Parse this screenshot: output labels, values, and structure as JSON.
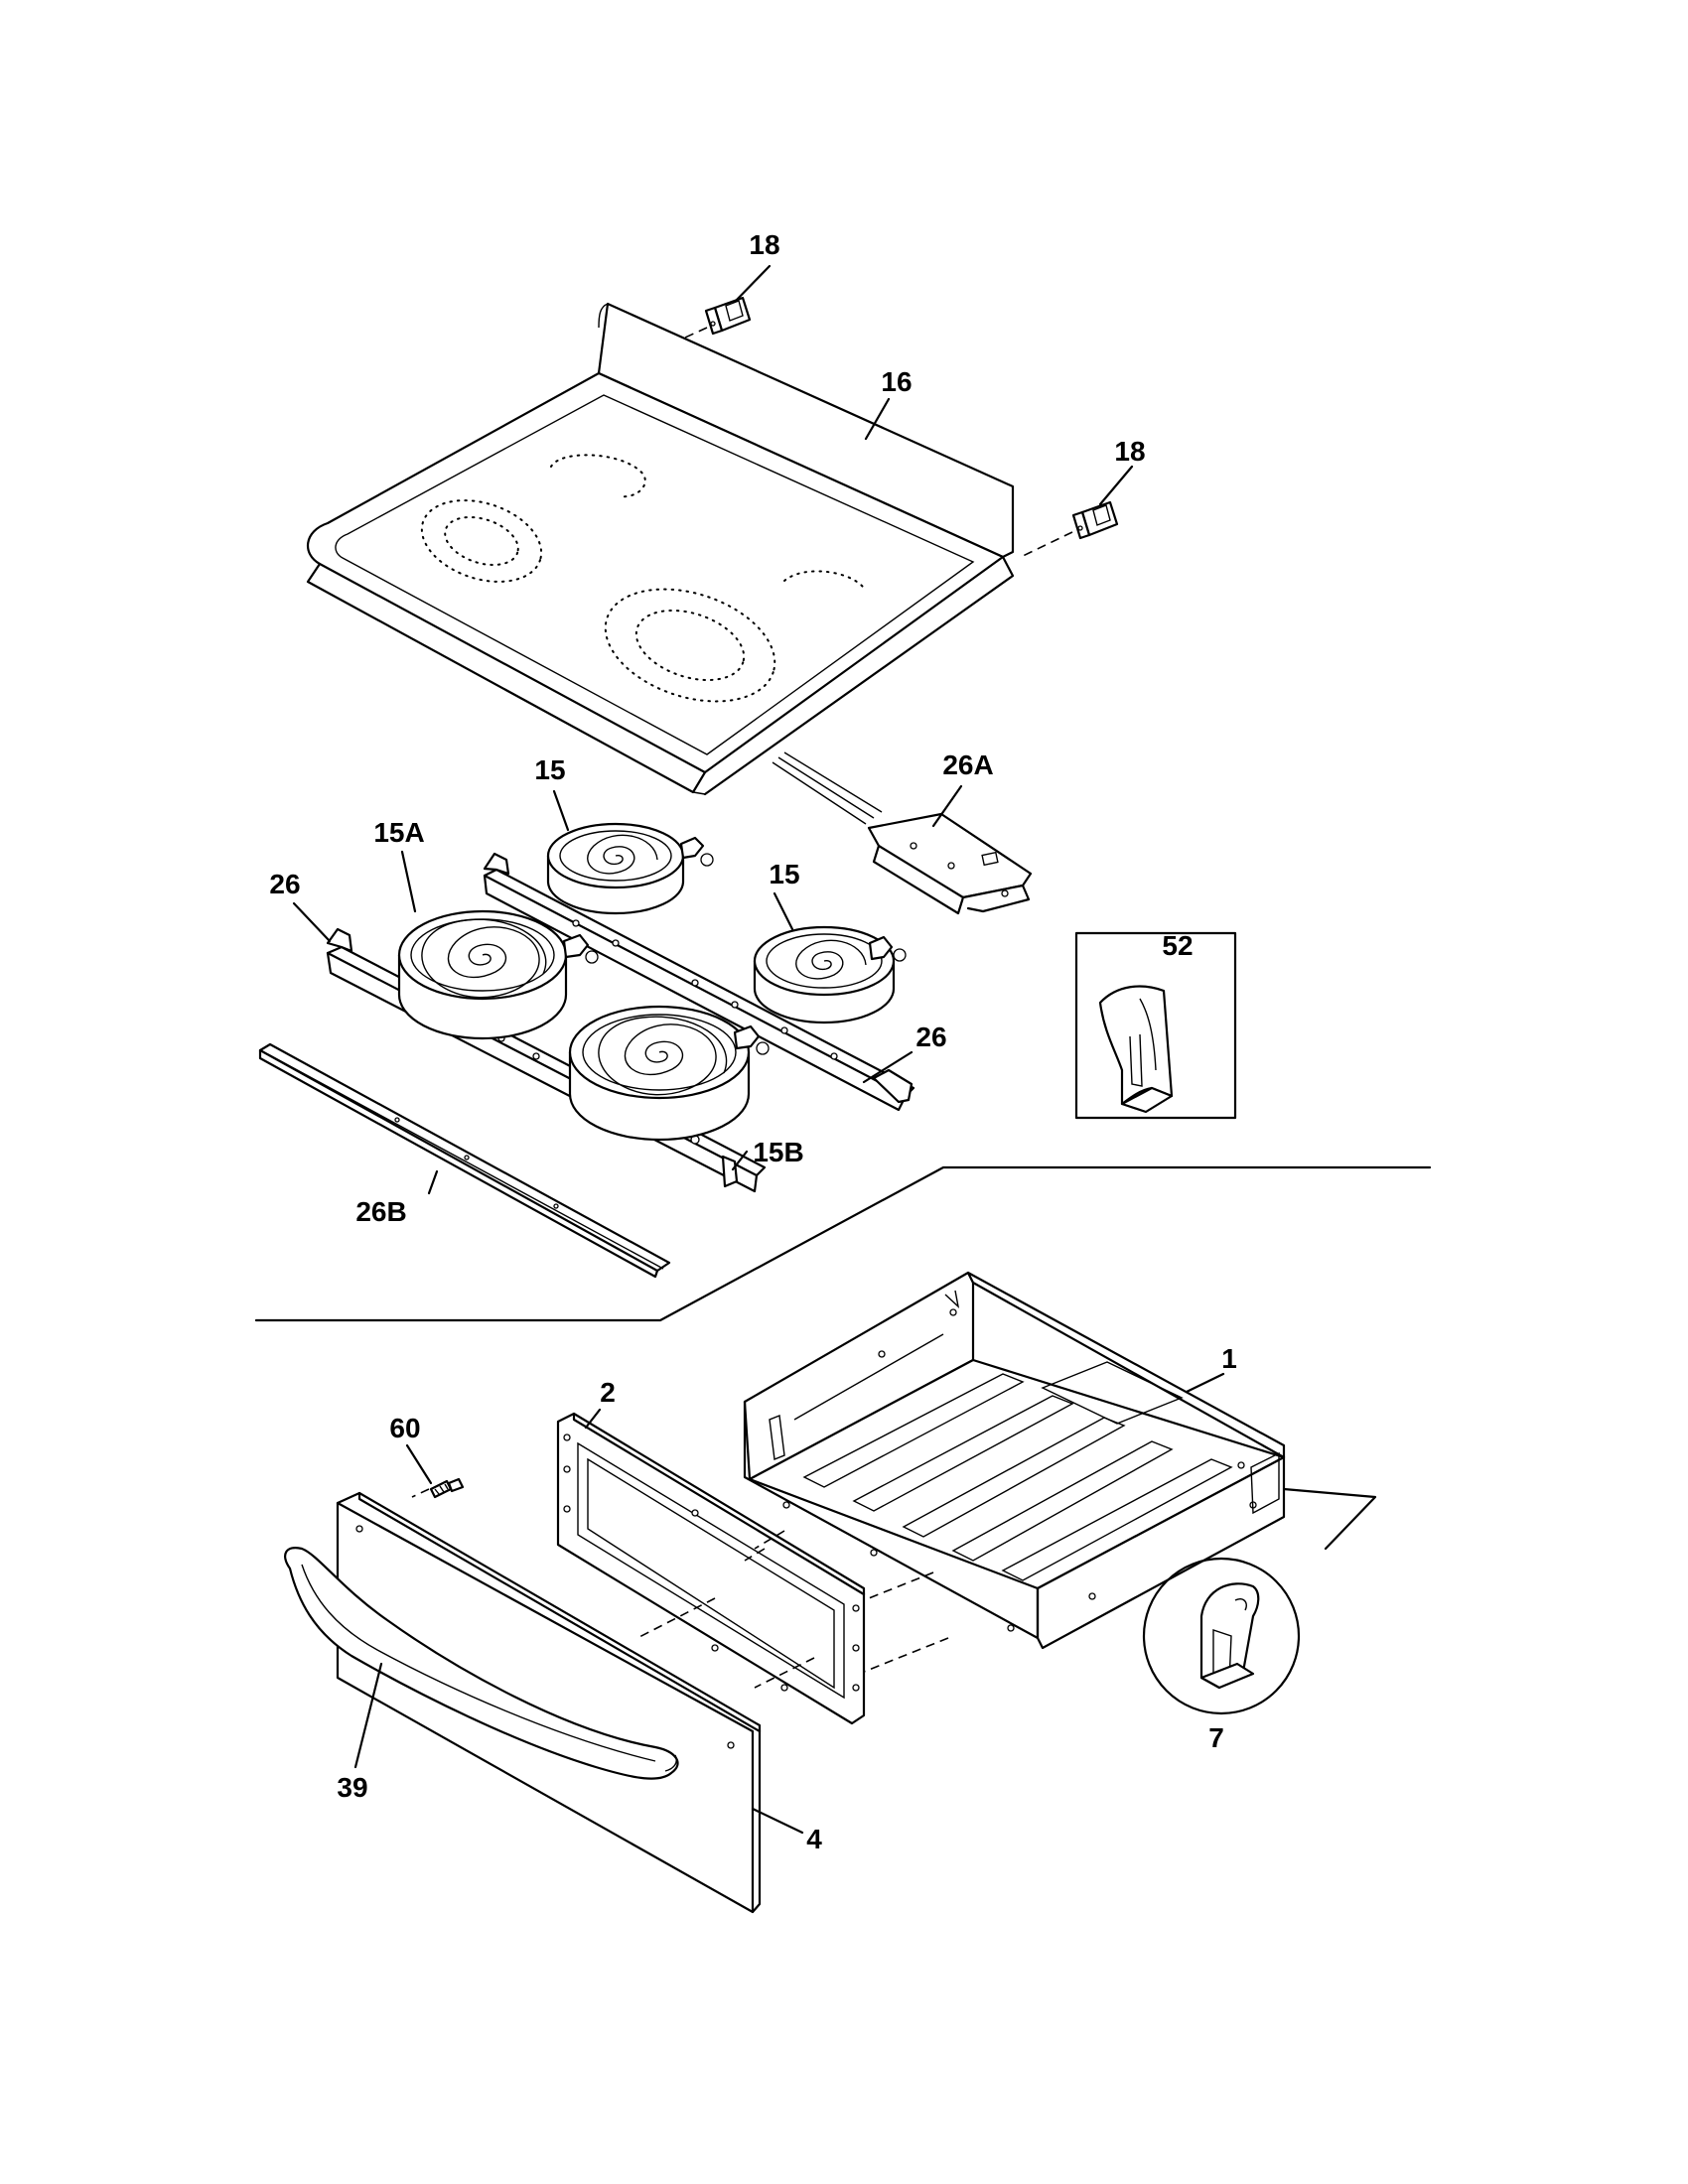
{
  "callouts": {
    "c18a": "18",
    "c16": "16",
    "c18b": "18",
    "c26a": "26A",
    "c15a_top": "15",
    "c15A": "15A",
    "c15b_right": "15",
    "c26_left": "26",
    "c52": "52",
    "c26_right": "26",
    "c15B": "15B",
    "c26B": "26B",
    "c1": "1",
    "c2": "2",
    "c60": "60",
    "c7": "7",
    "c39": "39",
    "c4": "4"
  }
}
